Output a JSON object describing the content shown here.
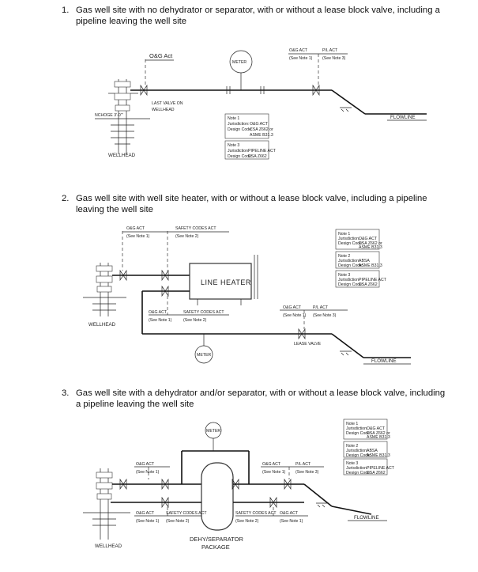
{
  "headings": [
    {
      "num": "1.",
      "text": "Gas well site with no dehydrator or separator, with or without a lease block valve, including a pipeline leaving the well site"
    },
    {
      "num": "2.",
      "text": "Gas well site with well site heater, with or without a lease block valve, including a pipeline leaving the well site"
    },
    {
      "num": "3.",
      "text": "Gas well site with a dehydrator and/or separator, with or without a lease block valve, including a pipeline leaving the well site"
    }
  ],
  "d1": {
    "ogc_act": "O&G Act",
    "meter": "METER",
    "ogc_act_b": "O&G ACT",
    "see_note_1": "(See Note 1)",
    "pl_act": "P/L ACT",
    "see_note_3": "(See Note 3)",
    "last_valve": "LAST VALVE ON",
    "wellhead_lbl": "WELLHEAD",
    "flowline": "FLOWLINE",
    "wellhead": "WELLHEAD",
    "grade": "NCHOGE 3'-0'\"",
    "note1": {
      "title": "Note 1",
      "juris_k": "Jurisdiction:",
      "juris_v": "O&G ACT",
      "code_k": "Design Code:",
      "code_v": "CSA Z662 or",
      "code_v2": "ASME B31.3"
    },
    "note3": {
      "title": "Note 3",
      "juris_k": "Jurisdiction:",
      "juris_v": "PIPELINE ACT",
      "code_k": "Design Code:",
      "code_v": "CSA Z662"
    }
  },
  "d2": {
    "ogc_act": "O&G ACT",
    "see_note_1": "(See Note 1)",
    "safety_act": "SAFETY CODES ACT",
    "see_note_2": "(See Note 2)",
    "line_heater": "LINE HEATER",
    "ogc_act_b": "O&G ACT",
    "safety_act_b": "SAFETY CODES ACT",
    "ogc_act_c": "O&G ACT",
    "pl_act": "P/L ACT",
    "see_note_3": "(See Note 3)",
    "lease_valve": "LEASE VALVE",
    "meter": "METER",
    "flowline": "FLOWLINE",
    "wellhead": "WELLHEAD",
    "note1": {
      "title": "Note 1",
      "juris_k": "Jurisdiction:",
      "juris_v": "O&G ACT",
      "code_k": "Design Code:",
      "code_v": "CSA Z662 or",
      "code_v2": "ASME B31.3"
    },
    "note2": {
      "title": "Note 2",
      "juris_k": "Jurisdiction:",
      "juris_v": "ABSA",
      "code_k": "Design Code:",
      "code_v": "ASME B31.3"
    },
    "note3": {
      "title": "Note 3",
      "juris_k": "Jurisdiction:",
      "juris_v": "PIPELINE ACT",
      "code_k": "Design Code:",
      "code_v": "CSA Z662"
    }
  },
  "d3": {
    "meter": "METER",
    "ogc_act": "O&G ACT",
    "see_note_1": "(See Note 1)",
    "ogc_act_b": "O&G ACT",
    "safety_act": "SAFETY CODES ACT",
    "see_note_2": "(See Note 2)",
    "ogc_act_c": "O&G ACT",
    "pl_act": "P/L ACT",
    "see_note_3": "(See Note 3)",
    "safety_act_b": "SAFETY CODES ACT",
    "ogc_act_d": "O&G ACT",
    "flowline": "FLOWLINE",
    "package_1": "DEHY/SEPARATOR",
    "package_2": "PACKAGE",
    "wellhead": "WELLHEAD",
    "note1": {
      "title": "Note 1",
      "juris_k": "Jurisdiction:",
      "juris_v": "O&G ACT",
      "code_k": "Design Code:",
      "code_v": "CSA Z662 or",
      "code_v2": "ASME B31.3"
    },
    "note2": {
      "title": "Note 2",
      "juris_k": "Jurisdiction:",
      "juris_v": "ABSA",
      "code_k": "Design Code:",
      "code_v": "ASME B31.3"
    },
    "note3": {
      "title": "Note 3",
      "juris_k": "Jurisdiction:",
      "juris_v": "PIPELINE ACT",
      "code_k": "Design Code:",
      "code_v": "CSA Z662"
    }
  }
}
